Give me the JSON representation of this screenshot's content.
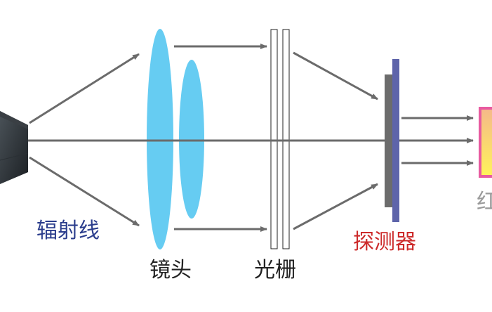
{
  "labels": {
    "radiation": "辐射线",
    "lens": "镜头",
    "grating": "光栅",
    "detector": "探测器",
    "partial_right": "红"
  },
  "colors": {
    "radiation_label": "#2a3c8c",
    "detector_label": "#cc2a2a",
    "lens_fill": "#66ccf2",
    "arrow": "#6b6b6b",
    "detector_plate": "#5e64aa",
    "detector_body": "#6c6c6c",
    "output_border": "#e85aa0",
    "output_fill_top": "#f5b88a",
    "output_fill_bottom": "#fff45a"
  }
}
